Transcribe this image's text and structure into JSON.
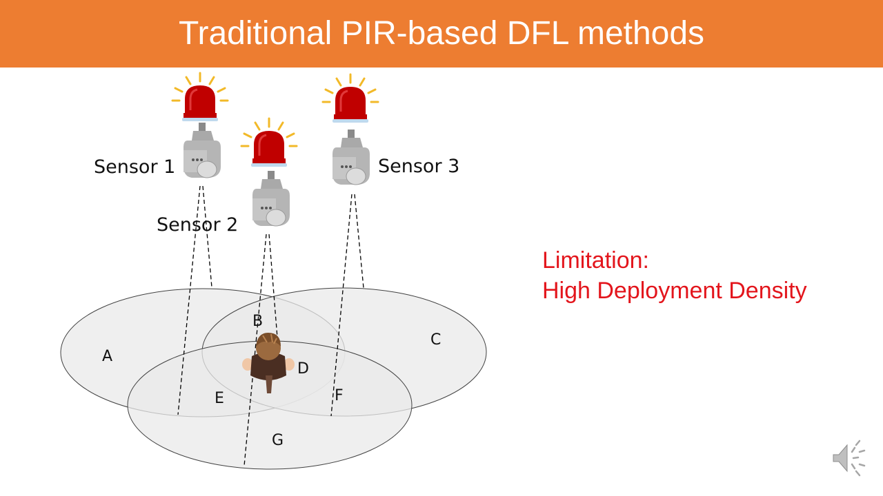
{
  "slide": {
    "title": "Traditional PIR-based DFL methods"
  },
  "sensors": [
    {
      "label": "Sensor 1"
    },
    {
      "label": "Sensor 2"
    },
    {
      "label": "Sensor 3"
    }
  ],
  "regions": [
    "A",
    "B",
    "C",
    "D",
    "E",
    "F",
    "G"
  ],
  "limitation": {
    "heading": "Limitation:",
    "text": "High Deployment Density"
  },
  "icons": {
    "alarm": "alarm-light-icon",
    "sensor": "pir-sensor-icon",
    "person": "person-topdown-icon",
    "speaker": "speaker-icon"
  },
  "colors": {
    "title_bar": "#ED7D31",
    "title_text": "#FFFFFF",
    "limitation_text": "#E3151C",
    "alarm_red": "#C00000",
    "alarm_rays": "#F2B928",
    "region_fill": "#E9E9E9",
    "region_stroke": "#404040"
  }
}
